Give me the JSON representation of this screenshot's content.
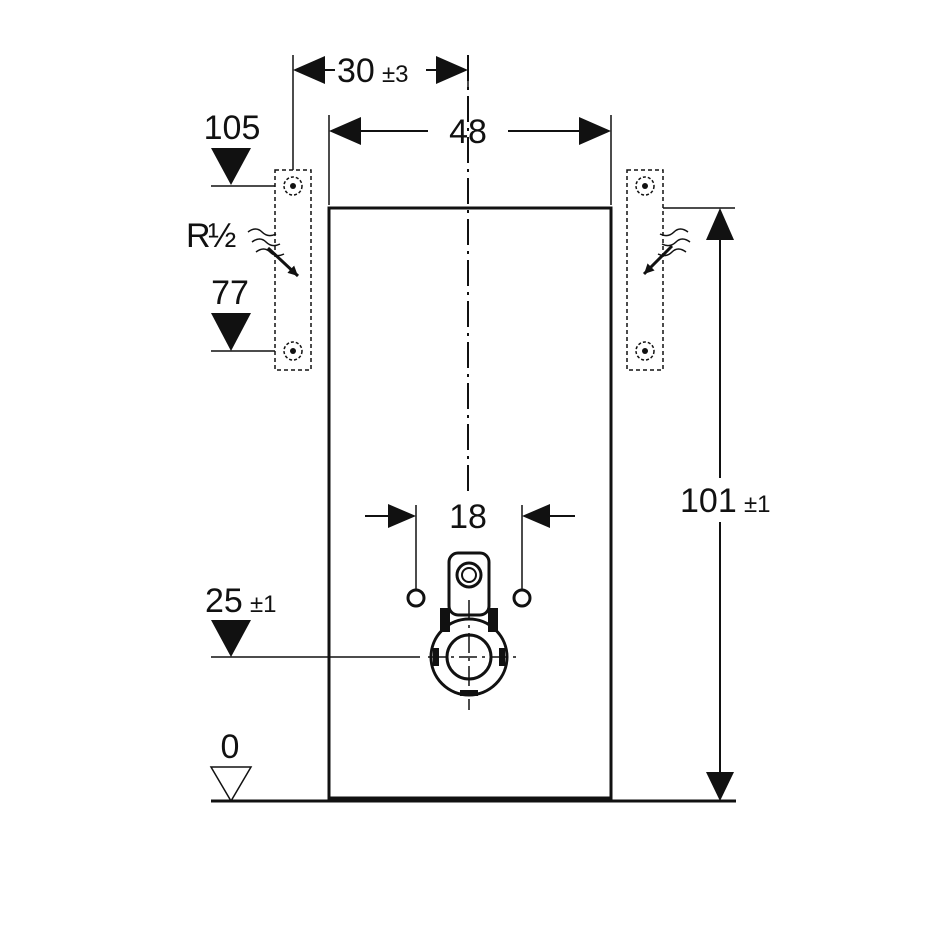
{
  "dimensions": {
    "top_offset": {
      "main": "30",
      "tol": "±3"
    },
    "width": "48",
    "bracket_spacing": "18",
    "height": {
      "main": "101",
      "tol": "±1"
    }
  },
  "levels": {
    "upper": "105",
    "lower": "77",
    "outlet": {
      "main": "25",
      "tol": "±1"
    },
    "floor": "0"
  },
  "connection": {
    "main": "R",
    "frac": "½"
  },
  "colors": {
    "stroke": "#111111",
    "background": "#ffffff"
  }
}
